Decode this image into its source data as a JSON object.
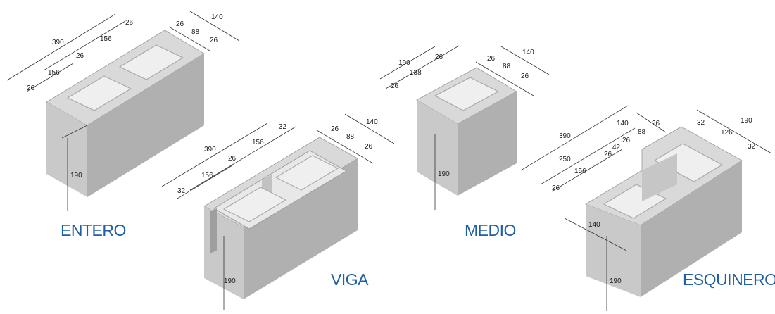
{
  "colors": {
    "block_top": "#d9d9d9",
    "block_front": "#c4c4c4",
    "block_side": "#a3a3a3",
    "cavity": "#ececec",
    "cavity_wall": "#b7b7b7",
    "dim_line": "#333333",
    "label": "#1f5fa3"
  },
  "blocks": {
    "entero": {
      "name": "ENTERO",
      "dims": [
        "390",
        "156",
        "156",
        "26",
        "26",
        "26",
        "140",
        "26",
        "88",
        "26",
        "190"
      ]
    },
    "viga": {
      "name": "VIGA",
      "dims": [
        "390",
        "156",
        "156",
        "32",
        "26",
        "32",
        "140",
        "26",
        "88",
        "26",
        "190"
      ]
    },
    "medio": {
      "name": "MEDIO",
      "dims": [
        "190",
        "138",
        "26",
        "26",
        "140",
        "26",
        "88",
        "26",
        "190"
      ]
    },
    "esquinero": {
      "name": "ESQUINERO",
      "dims": [
        "390",
        "250",
        "156",
        "26",
        "140",
        "26",
        "42",
        "26",
        "88",
        "26",
        "190",
        "32",
        "126",
        "32",
        "140",
        "190"
      ]
    }
  }
}
